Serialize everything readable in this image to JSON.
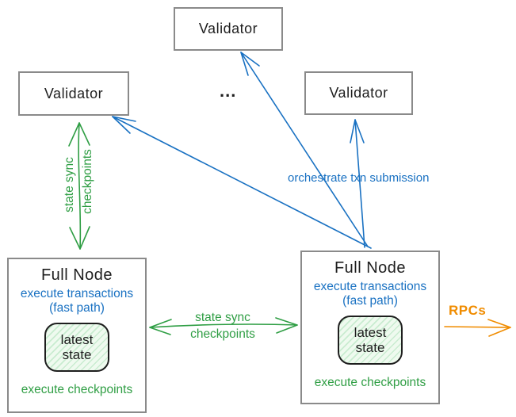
{
  "colors": {
    "green": "#2f9e44",
    "blue": "#1971c2",
    "orange": "#f08c00",
    "ink": "#1e1e1e",
    "border_gray": "#8a8a8a",
    "state_fill": "#effaef",
    "state_hatch": "#c9ecd0"
  },
  "validators": {
    "top": "Validator",
    "left": "Validator",
    "right": "Validator"
  },
  "ellipsis": "...",
  "full_node_left": {
    "title": "Full Node",
    "exec_line1": "execute transactions",
    "exec_line2": "(fast path)",
    "state_line1": "latest",
    "state_line2": "state",
    "footer": "execute checkpoints"
  },
  "full_node_right": {
    "title": "Full Node",
    "exec_line1": "execute transactions",
    "exec_line2": "(fast path)",
    "state_line1": "latest",
    "state_line2": "state",
    "footer": "execute checkpoints"
  },
  "edge_labels": {
    "left_sync_line1": "state sync",
    "left_sync_line2": "checkpoints",
    "mid_sync_line1": "state sync",
    "mid_sync_line2": "checkpoints",
    "orchestrate": "orchestrate txn submission",
    "rpcs": "RPCs"
  }
}
